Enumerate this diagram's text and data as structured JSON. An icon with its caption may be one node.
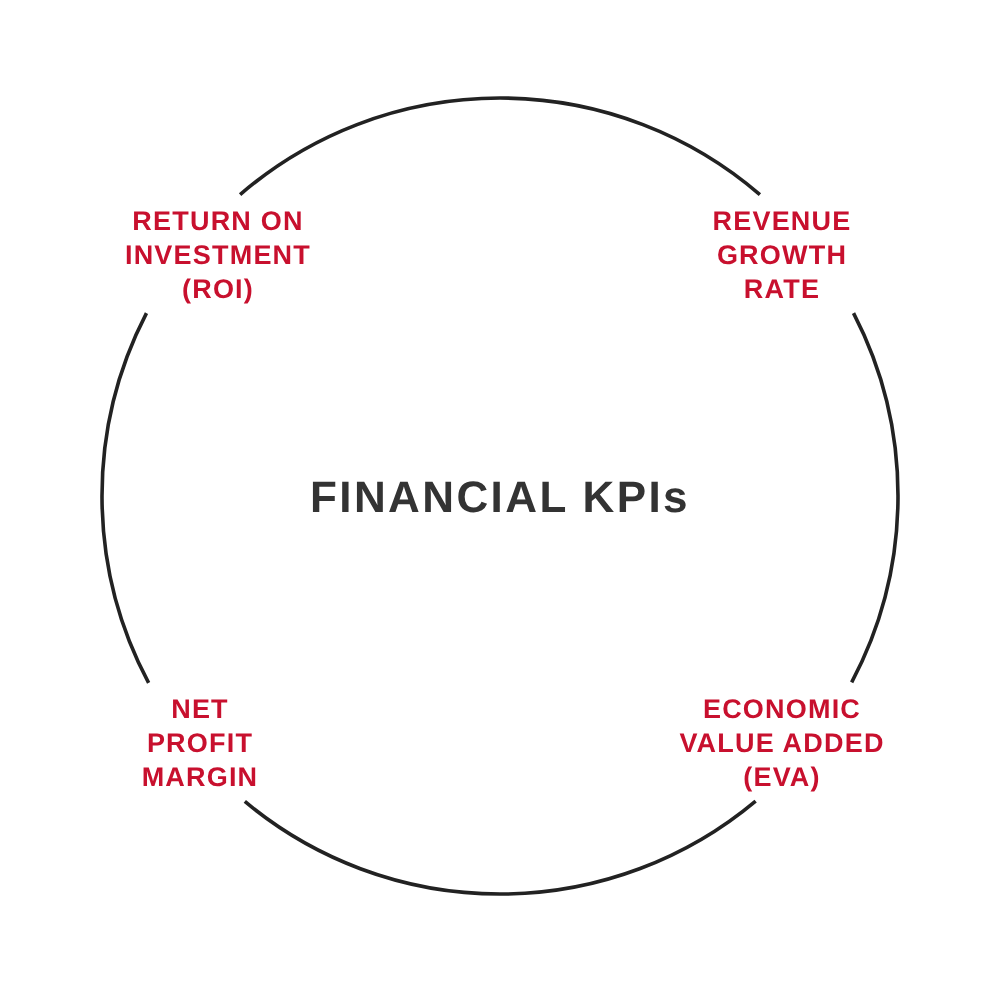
{
  "diagram": {
    "title": "FINANCIAL KPIs",
    "nodes": [
      {
        "text": [
          "RETURN ON INVESTMENT (ROI)"
        ]
      },
      {
        "text": [
          "REVENUE GROWTH RATE"
        ]
      },
      {
        "text": [
          "NET PROFIT MARGIN"
        ]
      },
      {
        "text": [
          "ECONOMIC VALUE ADDED (EVA)"
        ]
      }
    ],
    "edges": [
      {
        "from": 0,
        "to": 1,
        "arrow": "none"
      },
      {
        "from": 1,
        "to": 3,
        "arrow": "none"
      },
      {
        "from": 3,
        "to": 2,
        "arrow": "none"
      },
      {
        "from": 2,
        "to": 0,
        "arrow": "none"
      }
    ]
  }
}
